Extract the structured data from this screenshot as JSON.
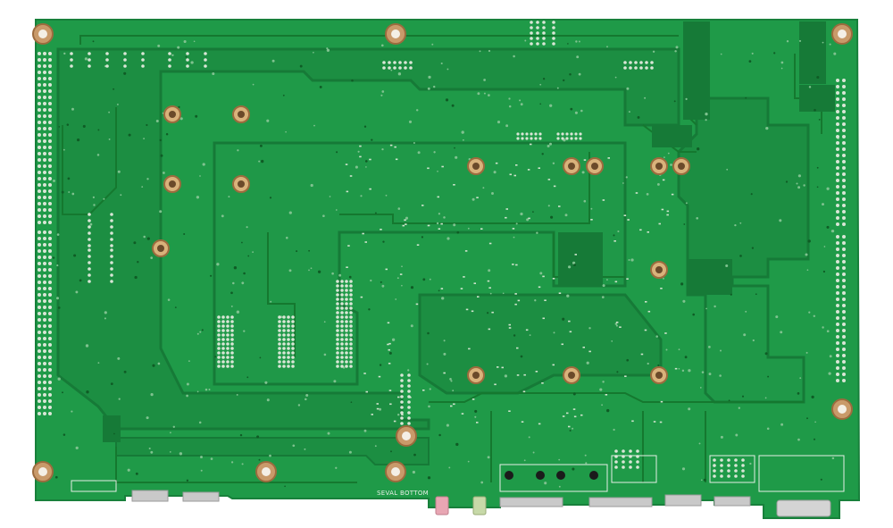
{
  "photo": {
    "subject": "motherboard-pcb-bottom-side",
    "colors": {
      "background": "#ffffff",
      "board": "#1f9a48",
      "board_dark": "#167a37",
      "plane": "#1c8e42",
      "trace": "#15782f",
      "mount_ring": "#c99a6a",
      "mount_ring_inner": "#9c6b3e",
      "via": "#d9e6d6",
      "silkscreen": "#e6efe6",
      "connector_metal": "#c9c9c9",
      "pink_jack": "#e8a6b3",
      "green_jack": "#c7d9a8"
    }
  },
  "silkscreen": {
    "left_label": "SEVAL",
    "right_label": "BOTTOM"
  }
}
